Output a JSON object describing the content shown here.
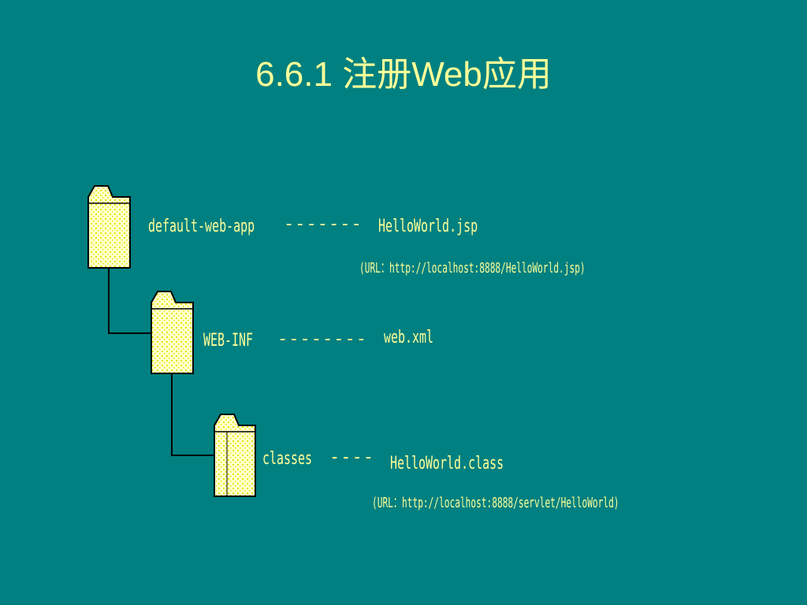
{
  "slide": {
    "title": "6.6.1   注册Web应用"
  },
  "tree": {
    "root": {
      "folder_name": "default-web-app",
      "dashes": "-------",
      "file": "HelloWorld.jsp",
      "url": "(URL：http://localhost:8888/HelloWorld.jsp)"
    },
    "webinf": {
      "folder_name": "WEB-INF",
      "dashes": "--------",
      "file": "web.xml"
    },
    "classes": {
      "folder_name": "classes",
      "dashes": "----",
      "file": "HelloWorld.class",
      "url": "(URL：http://localhost:8888/servlet/HelloWorld)"
    }
  },
  "colors": {
    "background": "#008080",
    "text": "#FFFF99",
    "folder_fill": "#FFFFCC",
    "folder_dots": "#E6E600",
    "folder_outline": "#000000"
  }
}
